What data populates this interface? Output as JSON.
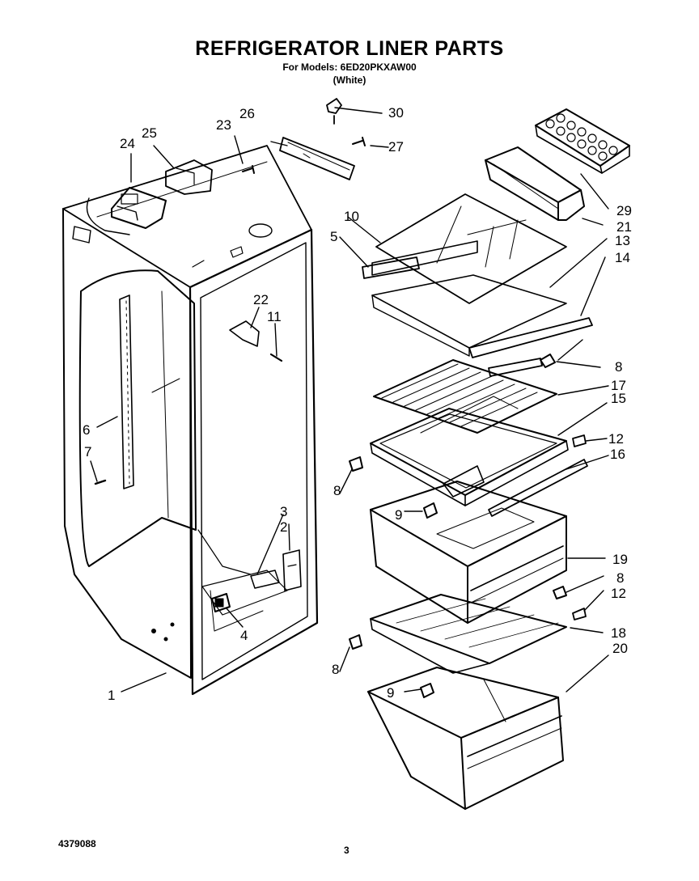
{
  "header": {
    "title": "REFRIGERATOR LINER PARTS",
    "models_line": "For Models: 6ED20PKXAW00",
    "color_line": "(White)"
  },
  "footer": {
    "document_number": "4379088",
    "page_number": "3"
  },
  "callouts": {
    "c1": "1",
    "c2": "2",
    "c3": "3",
    "c4": "4",
    "c5": "5",
    "c6": "6",
    "c7": "7",
    "c8a": "8",
    "c8b": "8",
    "c8c": "8",
    "c8d": "8",
    "c9a": "9",
    "c9b": "9",
    "c10": "10",
    "c11": "11",
    "c12a": "12",
    "c12b": "12",
    "c13": "13",
    "c14": "14",
    "c15": "15",
    "c16": "16",
    "c17": "17",
    "c18": "18",
    "c19": "19",
    "c20": "20",
    "c21": "21",
    "c22": "22",
    "c23": "23",
    "c24": "24",
    "c25": "25",
    "c26": "26",
    "c27": "27",
    "c29": "29",
    "c30": "30"
  }
}
